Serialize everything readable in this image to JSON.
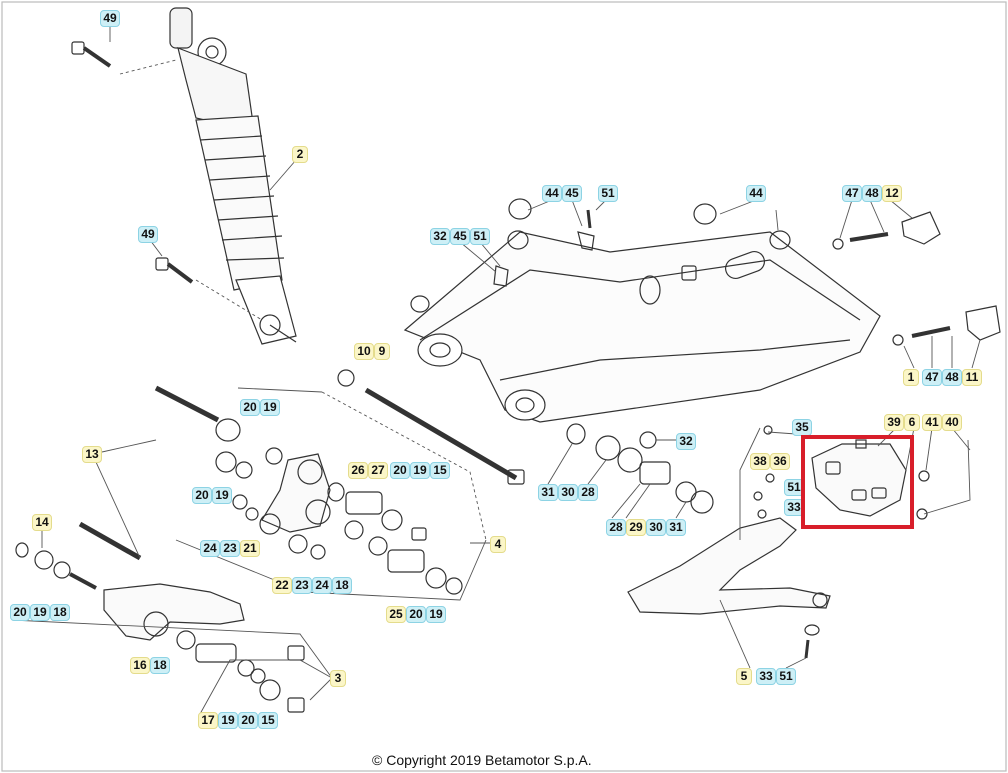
{
  "diagram": {
    "copyright": "© Copyright 2019 Betamotor S.p.A.",
    "colors": {
      "highlight": "#d81e2a",
      "label_yellow": "#fbf6c8",
      "label_blue": "#cdeff6",
      "line": "#333333"
    },
    "labels": [
      {
        "t": "49",
        "c": "blue"
      },
      {
        "t": "2",
        "c": "yellow"
      },
      {
        "t": "49",
        "c": "blue"
      },
      {
        "t": "44",
        "c": "blue"
      },
      {
        "t": "45",
        "c": "blue"
      },
      {
        "t": "51",
        "c": "blue"
      },
      {
        "t": "32",
        "c": "blue"
      },
      {
        "t": "45",
        "c": "blue"
      },
      {
        "t": "51",
        "c": "blue"
      },
      {
        "t": "44",
        "c": "blue"
      },
      {
        "t": "47",
        "c": "blue"
      },
      {
        "t": "48",
        "c": "blue"
      },
      {
        "t": "12",
        "c": "yellow"
      },
      {
        "t": "10",
        "c": "yellow"
      },
      {
        "t": "9",
        "c": "yellow"
      },
      {
        "t": "1",
        "c": "yellow"
      },
      {
        "t": "47",
        "c": "blue"
      },
      {
        "t": "48",
        "c": "blue"
      },
      {
        "t": "11",
        "c": "yellow"
      },
      {
        "t": "20",
        "c": "blue"
      },
      {
        "t": "19",
        "c": "blue"
      },
      {
        "t": "13",
        "c": "yellow"
      },
      {
        "t": "35",
        "c": "blue"
      },
      {
        "t": "39",
        "c": "yellow"
      },
      {
        "t": "6",
        "c": "yellow"
      },
      {
        "t": "41",
        "c": "yellow"
      },
      {
        "t": "40",
        "c": "yellow"
      },
      {
        "t": "32",
        "c": "blue"
      },
      {
        "t": "38",
        "c": "yellow"
      },
      {
        "t": "36",
        "c": "yellow"
      },
      {
        "t": "26",
        "c": "yellow"
      },
      {
        "t": "27",
        "c": "yellow"
      },
      {
        "t": "20",
        "c": "blue"
      },
      {
        "t": "19",
        "c": "blue"
      },
      {
        "t": "15",
        "c": "blue"
      },
      {
        "t": "20",
        "c": "blue"
      },
      {
        "t": "19",
        "c": "blue"
      },
      {
        "t": "31",
        "c": "blue"
      },
      {
        "t": "30",
        "c": "blue"
      },
      {
        "t": "28",
        "c": "blue"
      },
      {
        "t": "51",
        "c": "blue"
      },
      {
        "t": "33",
        "c": "blue"
      },
      {
        "t": "14",
        "c": "yellow"
      },
      {
        "t": "24",
        "c": "blue"
      },
      {
        "t": "23",
        "c": "blue"
      },
      {
        "t": "21",
        "c": "yellow"
      },
      {
        "t": "28",
        "c": "blue"
      },
      {
        "t": "29",
        "c": "yellow"
      },
      {
        "t": "30",
        "c": "blue"
      },
      {
        "t": "31",
        "c": "blue"
      },
      {
        "t": "4",
        "c": "yellow"
      },
      {
        "t": "22",
        "c": "yellow"
      },
      {
        "t": "23",
        "c": "blue"
      },
      {
        "t": "24",
        "c": "blue"
      },
      {
        "t": "18",
        "c": "blue"
      },
      {
        "t": "20",
        "c": "blue"
      },
      {
        "t": "19",
        "c": "blue"
      },
      {
        "t": "18",
        "c": "blue"
      },
      {
        "t": "25",
        "c": "yellow"
      },
      {
        "t": "20",
        "c": "blue"
      },
      {
        "t": "19",
        "c": "blue"
      },
      {
        "t": "16",
        "c": "yellow"
      },
      {
        "t": "18",
        "c": "blue"
      },
      {
        "t": "3",
        "c": "yellow"
      },
      {
        "t": "5",
        "c": "yellow"
      },
      {
        "t": "33",
        "c": "blue"
      },
      {
        "t": "51",
        "c": "blue"
      },
      {
        "t": "17",
        "c": "yellow"
      },
      {
        "t": "19",
        "c": "blue"
      },
      {
        "t": "20",
        "c": "blue"
      },
      {
        "t": "15",
        "c": "blue"
      }
    ]
  }
}
